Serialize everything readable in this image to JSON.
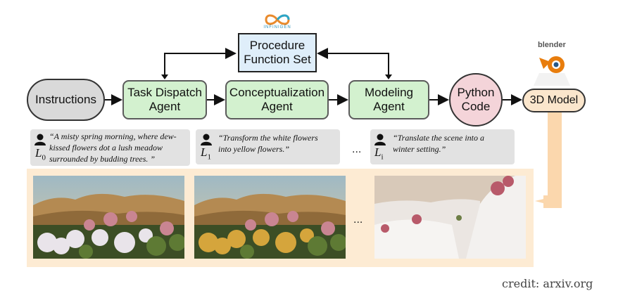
{
  "nodes": {
    "procedure": "Procedure\nFunction Set",
    "infinigen_logo": "INFINIGEN",
    "instructions": "Instructions",
    "task_dispatch": "Task Dispatch\nAgent",
    "conceptualization": "Conceptualization\nAgent",
    "modeling": "Modeling\nAgent",
    "python_code": "Python\nCode",
    "model_3d": "3D Model",
    "blender_logo": "blender"
  },
  "instructions_row": [
    {
      "label": "L",
      "sub": "0",
      "text": "“A misty spring morning, where dew-\nkissed flowers dot a lush meadow\nsurrounded by budding trees. ”"
    },
    {
      "label": "L",
      "sub": "1",
      "text": "“Transform the white flowers\ninto yellow flowers.”"
    },
    {
      "label": "L",
      "sub": "i",
      "text": "“Translate the scene into a\nwinter setting.”"
    }
  ],
  "ellipsis": "...",
  "credit": "credit: arxiv.org",
  "colors": {
    "agent_fill": "#d3f1cf",
    "procedure_fill": "#dfeefa",
    "python_fill": "#f4d4d9",
    "model_fill": "#fbe6cc",
    "panel_fill": "#fdebd3",
    "arrow_orange": "#fbd7ad"
  }
}
